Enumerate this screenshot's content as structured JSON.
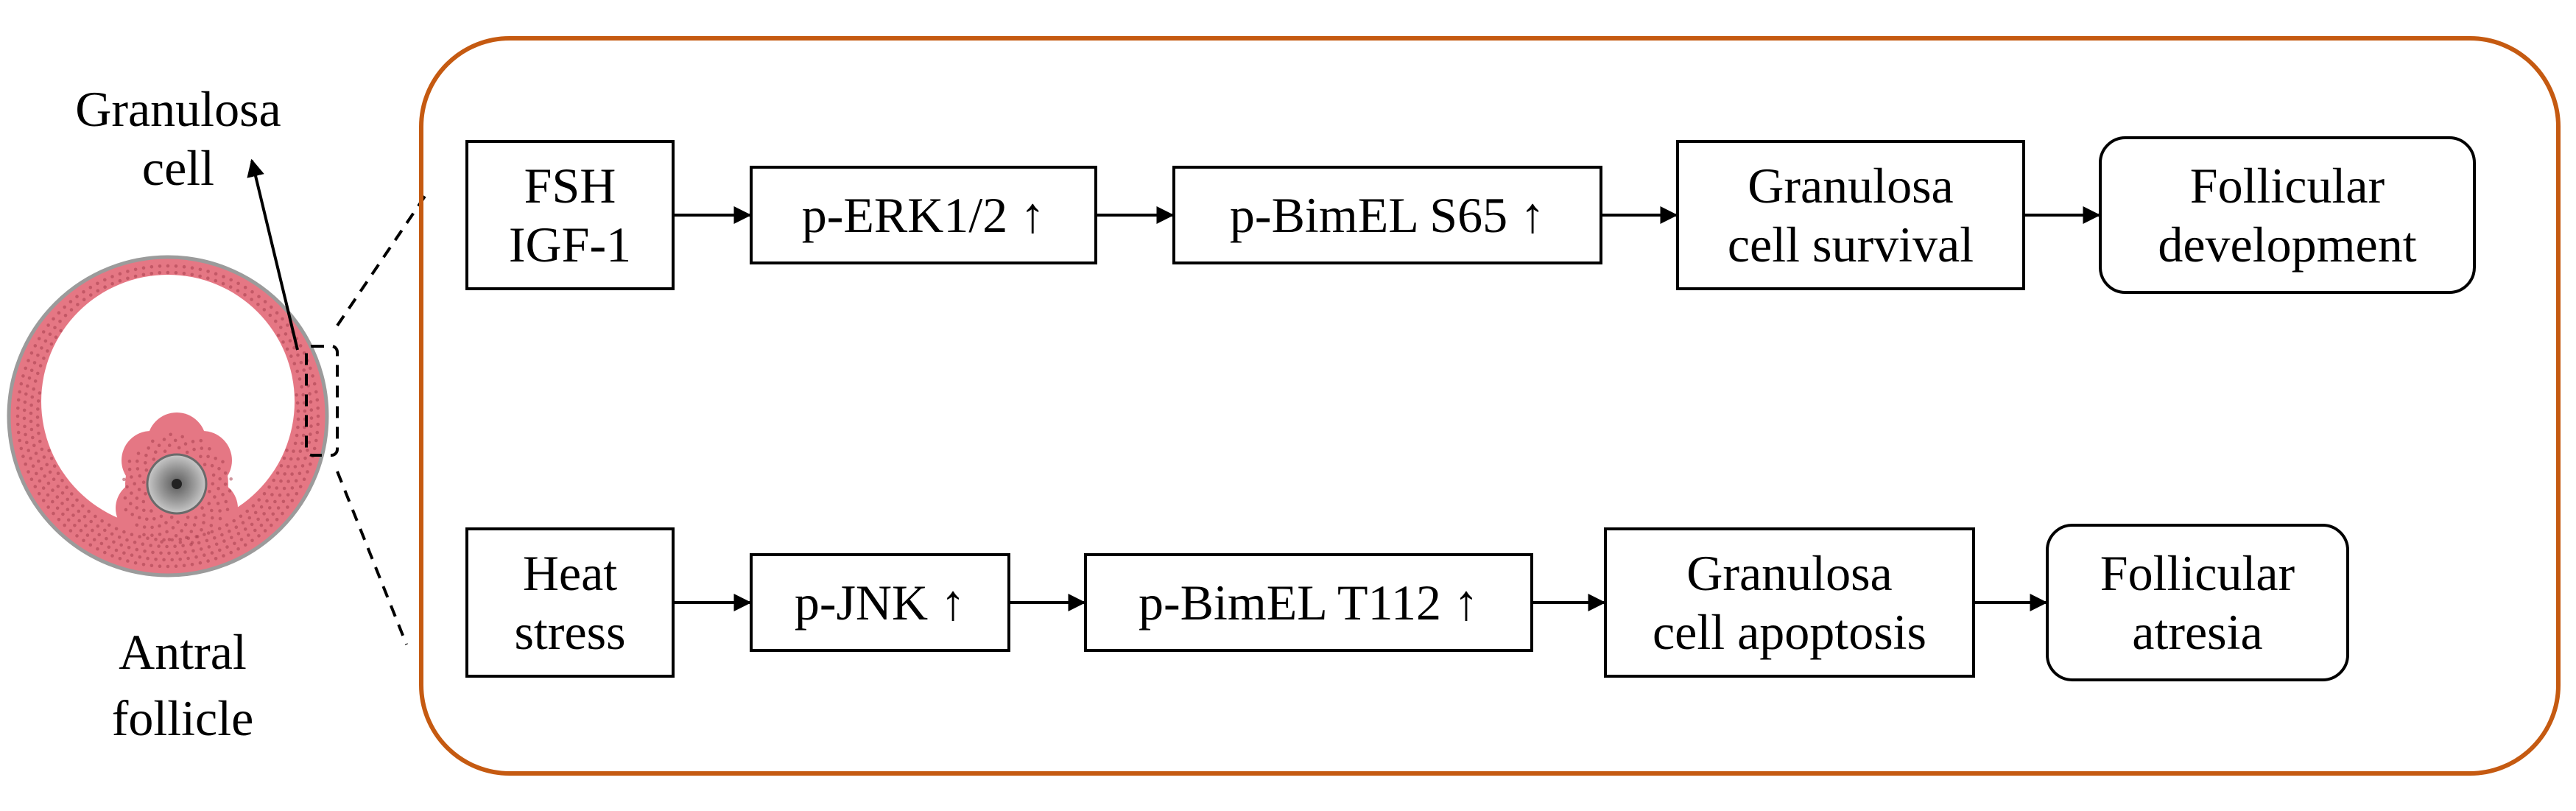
{
  "follicle": {
    "cell_label_line1": "Granulosa",
    "cell_label_line2": "cell",
    "follicle_label_line1": "Antral",
    "follicle_label_line2": "follicle",
    "granulosa_color": "#e57784",
    "oocyte_color": "#8a8a8a"
  },
  "panel": {
    "border_color": "#c55a11"
  },
  "pathway_top": {
    "nodes": [
      {
        "lines": [
          "FSH",
          "IGF-1"
        ],
        "rounded": false
      },
      {
        "lines": [
          "p-ERK1/2 ↑"
        ],
        "rounded": false
      },
      {
        "lines": [
          "p-BimEL S65 ↑"
        ],
        "rounded": false
      },
      {
        "lines": [
          "Granulosa",
          "cell survival"
        ],
        "rounded": false
      },
      {
        "lines": [
          "Follicular",
          "development"
        ],
        "rounded": true
      }
    ]
  },
  "pathway_bottom": {
    "nodes": [
      {
        "lines": [
          "Heat",
          "stress"
        ],
        "rounded": false
      },
      {
        "lines": [
          "p-JNK ↑"
        ],
        "rounded": false
      },
      {
        "lines": [
          "p-BimEL T112 ↑"
        ],
        "rounded": false
      },
      {
        "lines": [
          "Granulosa",
          "cell apoptosis"
        ],
        "rounded": false
      },
      {
        "lines": [
          "Follicular",
          "atresia"
        ],
        "rounded": true
      }
    ]
  }
}
